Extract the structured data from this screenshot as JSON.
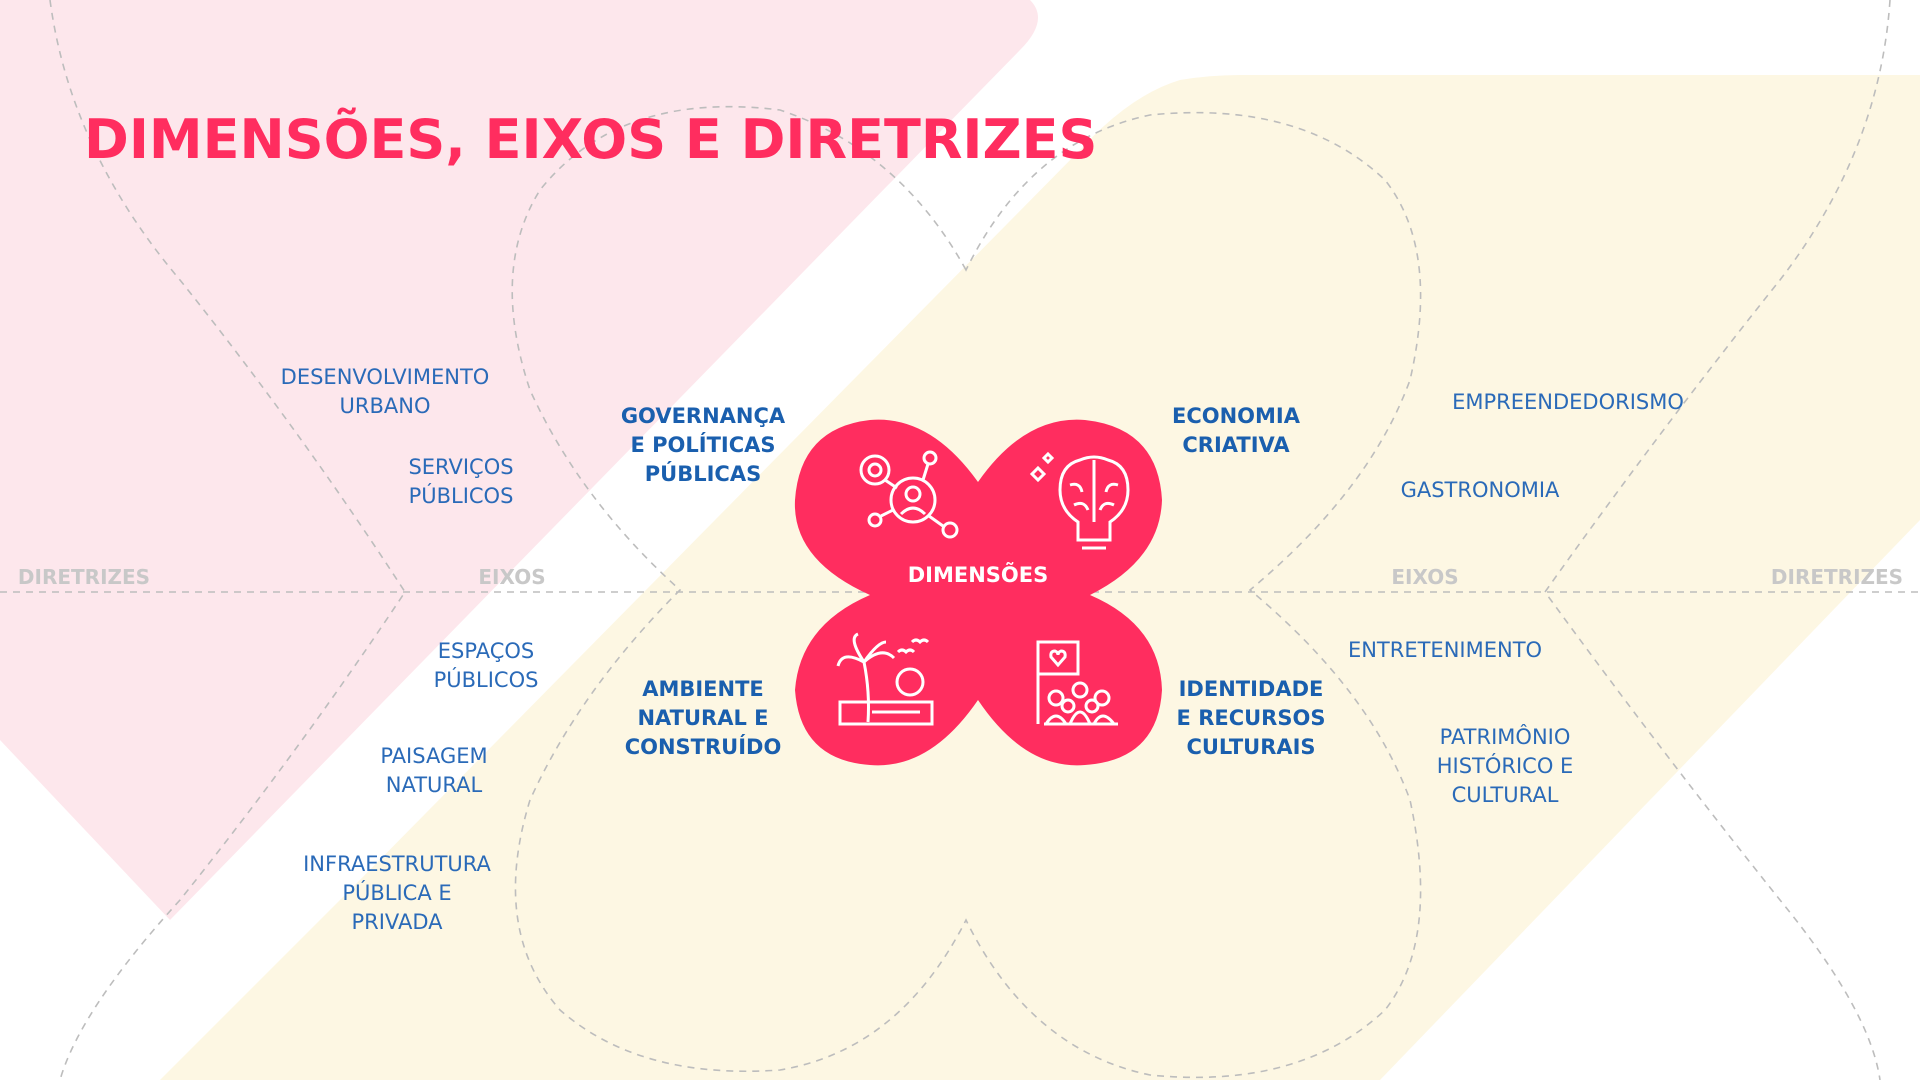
{
  "title": "DIMENSÕES, EIXOS E DIRETRIZES",
  "center_label": "DIMENSÕES",
  "axis_labels": {
    "left_outer": "DIRETRIZES",
    "left_inner": "EIXOS",
    "right_inner": "EIXOS",
    "right_outer": "DIRETRIZES"
  },
  "dimensions": {
    "top_left": "GOVERNANÇA\nE POLÍTICAS\nPÚBLICAS",
    "top_right": "ECONOMIA\nCRIATIVA",
    "bottom_left": "AMBIENTE\nNATURAL E\nCONSTRUÍDO",
    "bottom_right": "IDENTIDADE\nE RECURSOS\nCULTURAIS"
  },
  "axes": {
    "desenvolvimento_urbano": "DESENVOLVIMENTO\nURBANO",
    "servicos_publicos": "SERVIÇOS\nPÚBLICOS",
    "espacos_publicos": "ESPAÇOS\nPÚBLICOS",
    "paisagem_natural": "PAISAGEM\nNATURAL",
    "infraestrutura": "INFRAESTRUTURA\nPÚBLICA E\nPRIVADA",
    "empreendedorismo": "EMPREENDEDORISMO",
    "gastronomia": "GASTRONOMIA",
    "entretenimento": "ENTRETENIMENTO",
    "patrimonio": "PATRIMÔNIO\nHISTÓRICO E\nCULTURAL"
  },
  "icons": {
    "top_left": "network-person-icon",
    "top_right": "brain-lightbulb-icon",
    "bottom_left": "palm-beach-icon",
    "bottom_right": "community-flag-icon"
  },
  "colors": {
    "accent": "#ff2d5f",
    "pink_bg": "#fde7ec",
    "cream_bg": "#fdf7e3",
    "text_blue": "#2a6ab8",
    "axis_gray": "#c8c8c8"
  }
}
